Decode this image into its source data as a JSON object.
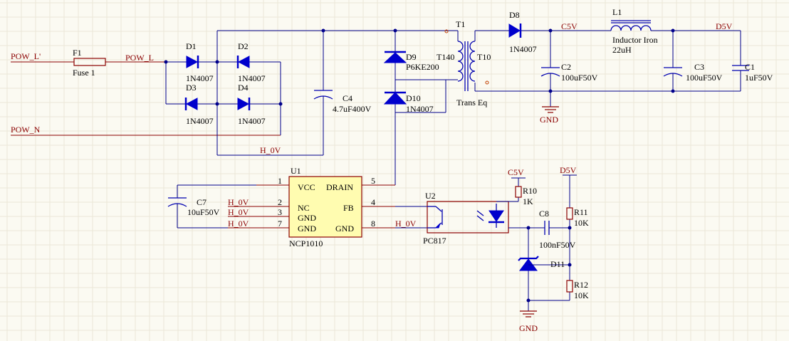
{
  "nets": {
    "pow_l_in": "POW_L'",
    "pow_l": "POW_L",
    "pow_n": "POW_N",
    "h0v_bottom": "H_0V",
    "h0v_pin2": "H_0V",
    "h0v_pin3": "H_0V",
    "h0v_pin7": "H_0V",
    "h0v_pin8": "H_0V",
    "c5v_top": "C5V",
    "d5v_top": "D5V",
    "c5v_r10": "C5V",
    "d5v_r11": "D5V",
    "gnd_c2": "GND",
    "gnd_d11": "GND"
  },
  "components": {
    "f1": {
      "ref": "F1",
      "value": "Fuse 1"
    },
    "d1": {
      "ref": "D1",
      "value": "1N4007"
    },
    "d2": {
      "ref": "D2",
      "value": "1N4007"
    },
    "d3": {
      "ref": "D3",
      "value": "1N4007"
    },
    "d4": {
      "ref": "D4",
      "value": "1N4007"
    },
    "c4": {
      "ref": "C4",
      "value": "4.7uF400V"
    },
    "d9": {
      "ref": "D9",
      "value": "P6KE200"
    },
    "d10": {
      "ref": "D10",
      "value": "1N4007"
    },
    "t1": {
      "ref": "T1",
      "value": "Trans Eq",
      "pin_a": "T140",
      "pin_b": "T10"
    },
    "d8": {
      "ref": "D8",
      "value": "1N4007"
    },
    "c2": {
      "ref": "C2",
      "value": "100uF50V"
    },
    "l1": {
      "ref": "L1",
      "value": "Inductor Iron",
      "value2": "22uH"
    },
    "c3": {
      "ref": "C3",
      "value": "100uF50V"
    },
    "c1": {
      "ref": "C1",
      "value": "1uF50V"
    },
    "u1": {
      "ref": "U1",
      "value": "NCP1010",
      "pins": {
        "vcc": "VCC",
        "nc": "NC",
        "gnd1": "GND",
        "gnd2": "GND",
        "drain": "DRAIN",
        "fb": "FB",
        "gnd3": "GND"
      },
      "pin_numbers": {
        "p1": "1",
        "p2": "2",
        "p3": "3",
        "p7": "7",
        "p5": "5",
        "p4": "4",
        "p8": "8"
      }
    },
    "c7": {
      "ref": "C7",
      "value": "10uF50V"
    },
    "u2": {
      "ref": "U2",
      "value": "PC817"
    },
    "r10": {
      "ref": "R10",
      "value": "1K"
    },
    "c8": {
      "ref": "C8",
      "value": "100nF50V"
    },
    "r11": {
      "ref": "R11",
      "value": "10K"
    },
    "d11": {
      "ref": "D11"
    },
    "r12": {
      "ref": "R12",
      "value": "10K"
    }
  },
  "colors": {
    "wire": "#00008b",
    "component": "#0000cc",
    "net_label": "#8b0000",
    "ic_fill": "#fffcb0",
    "grid": "#ebe7d8"
  }
}
